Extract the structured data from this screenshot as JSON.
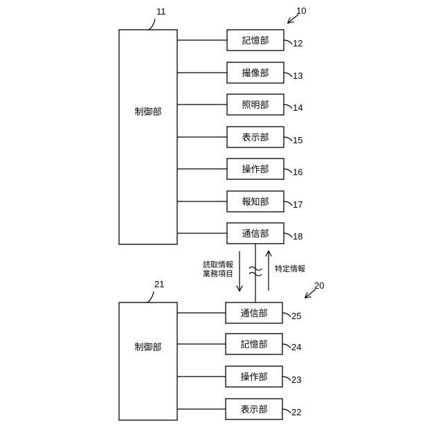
{
  "device_a": {
    "ref": "10",
    "controller": {
      "label": "制御部",
      "ref": "11"
    },
    "units": [
      {
        "label": "記憶部",
        "ref": "12"
      },
      {
        "label": "撮像部",
        "ref": "13"
      },
      {
        "label": "照明部",
        "ref": "14"
      },
      {
        "label": "表示部",
        "ref": "15"
      },
      {
        "label": "操作部",
        "ref": "16"
      },
      {
        "label": "報知部",
        "ref": "17"
      },
      {
        "label": "通信部",
        "ref": "18"
      }
    ]
  },
  "device_b": {
    "ref": "20",
    "controller": {
      "label": "制御部",
      "ref": "21"
    },
    "units": [
      {
        "label": "通信部",
        "ref": "25"
      },
      {
        "label": "記憶部",
        "ref": "24"
      },
      {
        "label": "操作部",
        "ref": "23"
      },
      {
        "label": "表示部",
        "ref": "22"
      }
    ]
  },
  "links": {
    "down_label_1": "読取情報",
    "down_label_2": "業務項目",
    "up_label": "特定情報"
  }
}
